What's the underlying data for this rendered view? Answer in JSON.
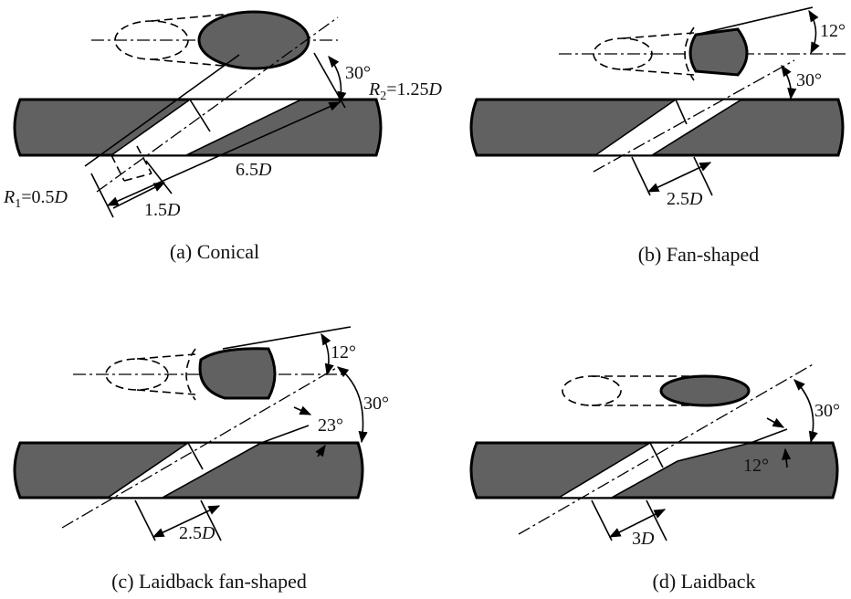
{
  "panels": {
    "a": {
      "caption": "(a) Conical",
      "r1_label": "R",
      "r1_sub": "1",
      "r1_value": "=0.5",
      "r1_unit": "D",
      "r2_label": "R",
      "r2_sub": "2",
      "r2_value": "=1.25",
      "r2_unit": "D",
      "len_label": "6.5",
      "len_unit": "D",
      "entry_label": "1.5",
      "entry_unit": "D",
      "angle_label": "30°"
    },
    "b": {
      "caption": "(b) Fan-shaped",
      "angle_label": "30°",
      "expansion_label": "12°",
      "entry_label": "2.5",
      "entry_unit": "D"
    },
    "c": {
      "caption": "(c) Laidback fan-shaped",
      "angle_label": "30°",
      "expansion_label": "12°",
      "laidback_label": "23°",
      "entry_label": "2.5",
      "entry_unit": "D"
    },
    "d": {
      "caption": "(d) Laidback",
      "angle_label": "30°",
      "laidback_label": "12°",
      "entry_label": "3",
      "entry_unit": "D"
    }
  }
}
